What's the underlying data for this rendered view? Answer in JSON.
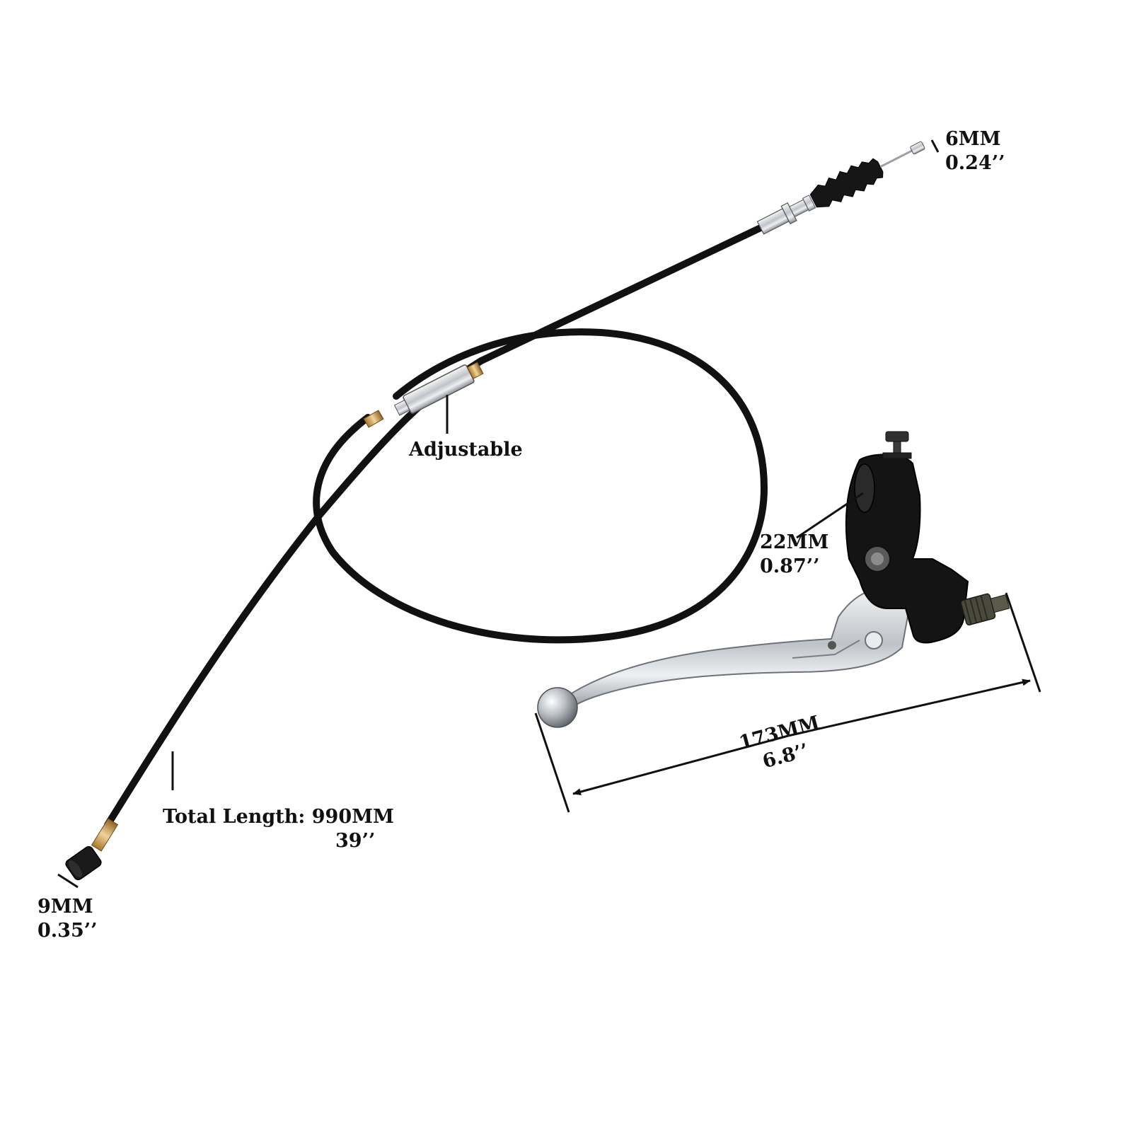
{
  "labels": {
    "cable_end_top": {
      "metric": "6MM",
      "imperial": "0.24’’"
    },
    "adjuster": {
      "text": "Adjustable"
    },
    "clamp_diameter": {
      "metric": "22MM",
      "imperial": "0.87’’"
    },
    "total_length": {
      "metric": "Total Length: 990MM",
      "imperial": "39’’"
    },
    "cable_end_bottom": {
      "metric": "9MM",
      "imperial": "0.35’’"
    },
    "lever_length": {
      "metric": "173MM",
      "imperial": "6.8’’"
    }
  },
  "icons": {
    "cable": "clutch-cable-icon",
    "lever": "clutch-lever-icon",
    "dimension_arrow": "dimension-arrow-icon"
  },
  "colors": {
    "background": "#ffffff",
    "cable": "#111111",
    "chrome": "#c9ccd0",
    "text": "#111111"
  }
}
